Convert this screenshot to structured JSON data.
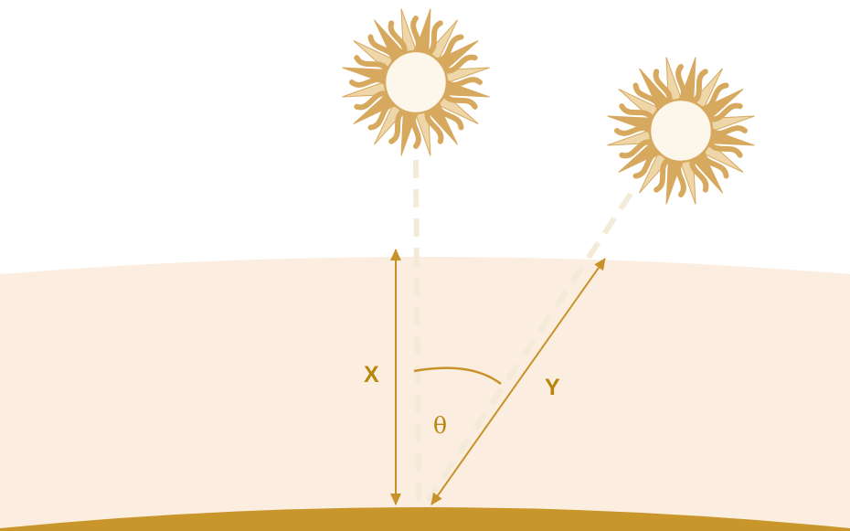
{
  "labels": {
    "x": "X",
    "y": "Y",
    "angle": "θ"
  },
  "colors": {
    "background": "#ffffff",
    "atmosphere": "#fbeee0",
    "ground": "#c8962b",
    "line": "#c8922a",
    "sun_ray": "#d7a95e",
    "sun_ray_light": "#eed6a8",
    "sun_disk": "#fdf6ea",
    "dashed_beam": "#f4ead8"
  },
  "icons": {
    "sun_overhead": "sun-icon",
    "sun_oblique": "sun-icon"
  }
}
